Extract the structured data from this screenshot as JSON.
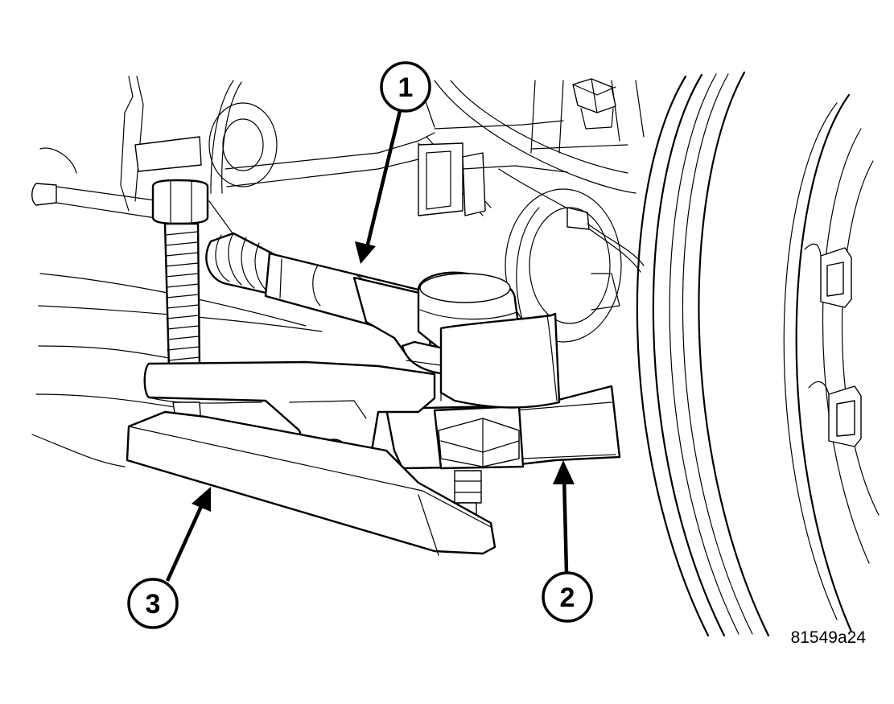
{
  "callouts": [
    {
      "id": "1",
      "label": "1"
    },
    {
      "id": "2",
      "label": "2"
    },
    {
      "id": "3",
      "label": "3"
    }
  ],
  "figure_id": "81549a24"
}
